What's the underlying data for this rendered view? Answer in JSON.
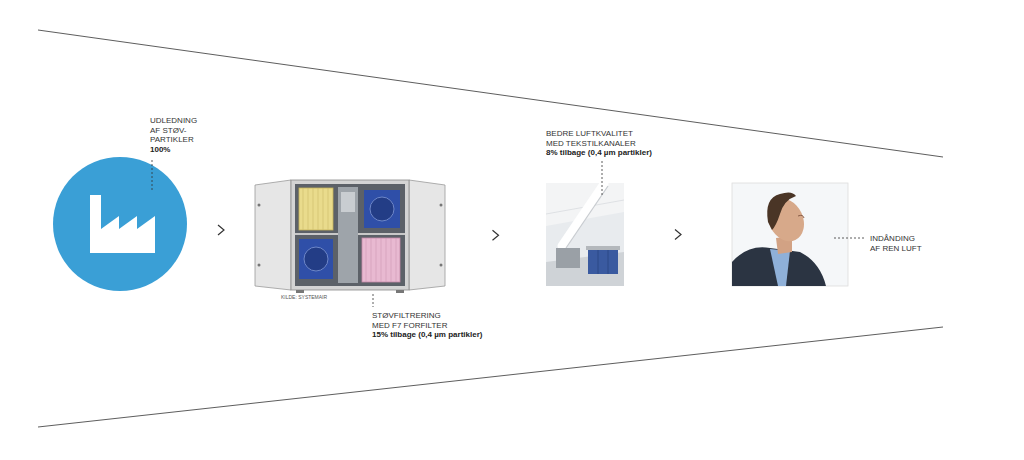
{
  "diagram": {
    "nodes": [
      {
        "text": [
          "UDLEDNING AF STØV- PARTIKLER",
          "100%"
        ]
      },
      {
        "text": [
          "STØVFILTRERING MED F7 FORFILTER",
          "15% tilbage (0,4 µm partikler)"
        ]
      },
      {
        "text": [
          "BEDRE LUFTKVALITET MED TEKSTILKANALER",
          "8% tilbage (0,4 µm partikler)"
        ]
      },
      {
        "text": [
          "INDÅNDING AF REN LUFT"
        ]
      }
    ],
    "edges": [
      {
        "from": 0,
        "to": 1,
        "arrow": "to"
      },
      {
        "from": 1,
        "to": 2,
        "arrow": "to"
      },
      {
        "from": 2,
        "to": 3,
        "arrow": "to"
      }
    ],
    "labels": [
      "KILDE: SYSTEMAIR"
    ]
  }
}
